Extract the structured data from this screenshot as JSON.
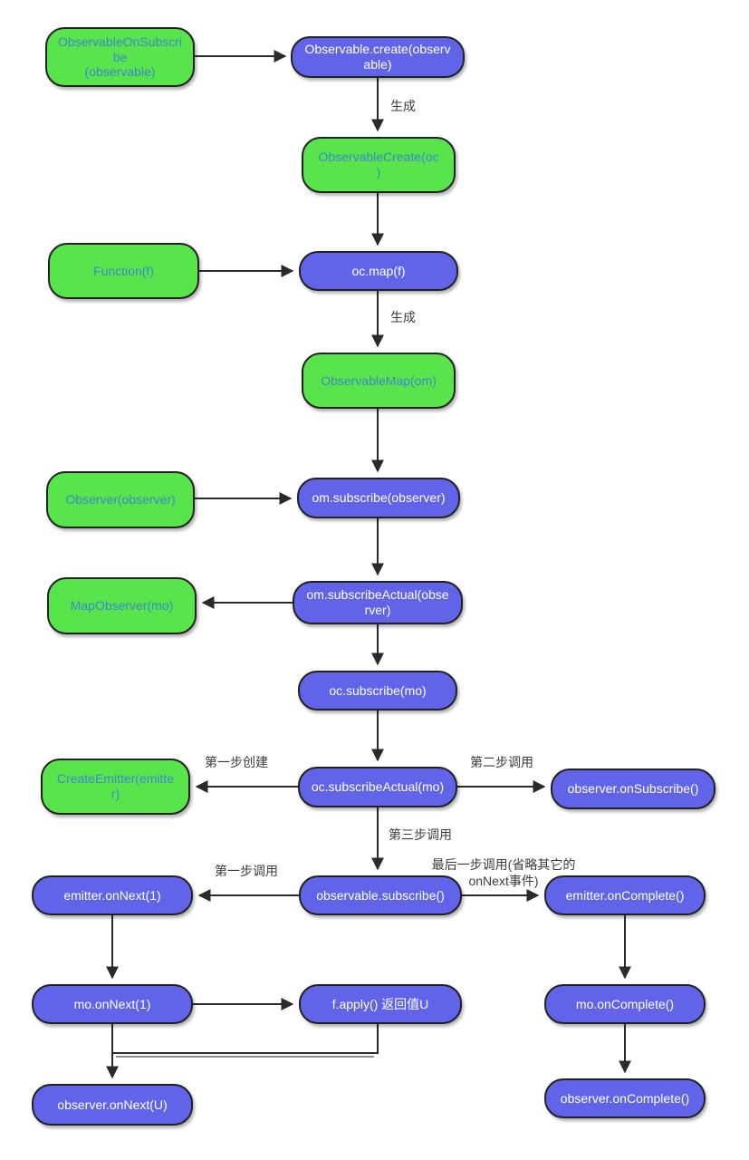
{
  "diagram_title": "Observable create/map subscribe flow",
  "colors": {
    "node_green_fill": "#58e54c",
    "node_green_text": "#3e87cd",
    "node_blue_fill": "#6164e8",
    "node_blue_text": "#ffffff",
    "node_border": "#212121",
    "arrow": "#2a2a2a",
    "edge_label_text": "#3c3c3c",
    "background": "#ffffff"
  },
  "nodes": {
    "observable_on_subscribe": {
      "label": "ObservableOnSubscri\nbe\n(observable)"
    },
    "observable_create_call": {
      "label": "Observable.create(observ\nable)"
    },
    "observable_create": {
      "label": "ObservableCreate(oc\n)"
    },
    "function_f": {
      "label": "Function(f)"
    },
    "oc_map": {
      "label": "oc.map(f)"
    },
    "observable_map": {
      "label": "ObservableMap(om)"
    },
    "observer": {
      "label": "Observer(observer)"
    },
    "om_subscribe": {
      "label": "om.subscribe(observer)"
    },
    "om_subscribe_actual": {
      "label": "om.subscribeActual(obse\nrver)"
    },
    "map_observer": {
      "label": "MapObserver(mo)"
    },
    "oc_subscribe": {
      "label": "oc.subscribe(mo)"
    },
    "oc_subscribe_actual": {
      "label": "oc.subscribeActual(mo)"
    },
    "create_emitter": {
      "label": "CreateEmitter(emitte\nr)"
    },
    "observer_on_subscribe": {
      "label": "observer.onSubscribe()"
    },
    "observable_subscribe": {
      "label": "observable.subscribe()"
    },
    "emitter_on_next": {
      "label": "emitter.onNext(1)"
    },
    "emitter_on_complete": {
      "label": "emitter.onComplete()"
    },
    "mo_on_next": {
      "label": "mo.onNext(1)"
    },
    "f_apply": {
      "label": "f.apply() 返回值U"
    },
    "mo_on_complete": {
      "label": "mo.onComplete()"
    },
    "observer_on_next_u": {
      "label": "observer.onNext(U)"
    },
    "observer_on_complete": {
      "label": "observer.onComplete()"
    }
  },
  "edge_labels": {
    "generate_1": "生成",
    "generate_2": "生成",
    "step1_create": "第一步创建",
    "step2_call": "第二步调用",
    "step3_call": "第三步调用",
    "step1_call": "第一步调用",
    "last_step_call": "最后一步调用(省略其它的\nonNext事件)"
  }
}
